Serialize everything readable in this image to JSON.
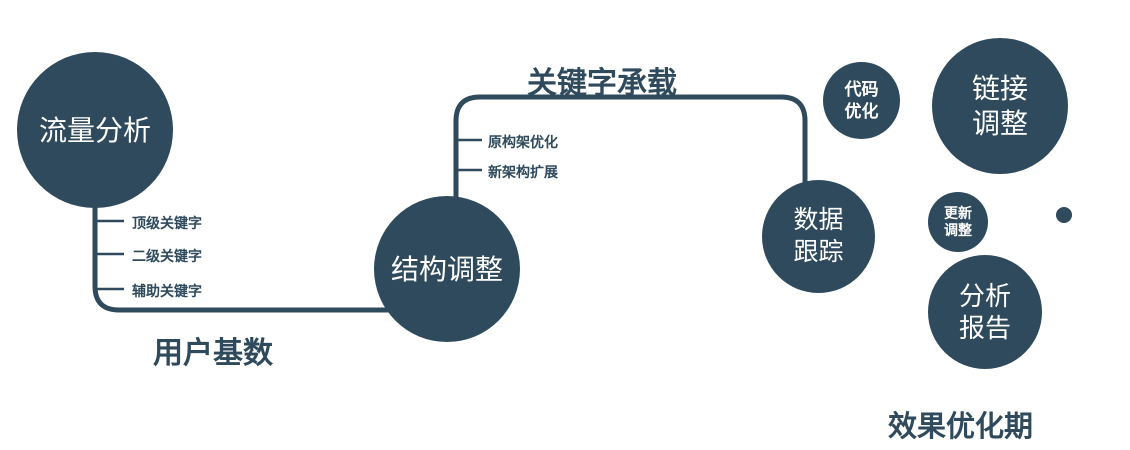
{
  "colors": {
    "primary": "#2F4A5C",
    "node_text": "#FFFFFF",
    "background": "#FFFFFF"
  },
  "nodes": {
    "traffic": {
      "label": "流量分析"
    },
    "structure": {
      "label": "结构调整"
    },
    "tracking": {
      "label": "数据\n跟踪"
    },
    "code": {
      "label": "代码\n优化"
    },
    "link": {
      "label": "链接\n调整"
    },
    "update": {
      "label": "更新\n调整"
    },
    "report": {
      "label": "分析\n报告"
    }
  },
  "edge_labels": {
    "keyword_carry": "关键字承载",
    "user_base": "用户基数",
    "effect_period": "效果优化期"
  },
  "branches": {
    "traffic_branches": [
      "顶级关键字",
      "二级关键字",
      "辅助关键字"
    ],
    "structure_branches": [
      "原构架优化",
      "新架构扩展"
    ]
  }
}
